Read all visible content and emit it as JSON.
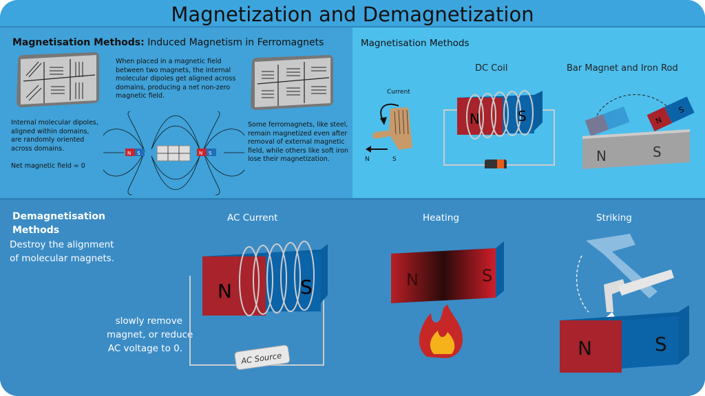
{
  "title": "Magnetization and Demagnetization",
  "induced": {
    "heading_bold": "Magnetisation Methods:",
    "heading_rest": "Induced Magnetism in Ferromagnets",
    "aligned_text": [
      "When placed in a magnetic field",
      "between two magnets, the internal",
      "molecular dipoles get aligned across",
      "domains, producing a net non-zero",
      "magnetic field."
    ],
    "random_text": [
      "Internal molecular dipoles,",
      "aligned within domains,",
      "are randomly oriented",
      "across domains."
    ],
    "net_field": "Net magnetic field = 0",
    "retain_text": [
      "Some ferromagnets, like steel,",
      "remain magnetized even after",
      "removal of external magnetic",
      "field, while others like soft iron",
      "lose their magnetization."
    ],
    "pole_n": "N",
    "pole_s": "S"
  },
  "magnetisation": {
    "heading": "Magnetisation Methods",
    "hand": {
      "current": "Current",
      "n": "N",
      "s": "S"
    },
    "dc_coil": {
      "title": "DC Coil",
      "n": "N",
      "s": "S"
    },
    "bar_magnet": {
      "title": "Bar Magnet and Iron Rod",
      "n": "N",
      "s": "S"
    }
  },
  "demagnetisation": {
    "heading": [
      "Demagnetisation",
      "Methods"
    ],
    "desc": [
      "Destroy the alignment",
      "of molecular magnets."
    ],
    "ac": {
      "title": "AC Current",
      "n": "N",
      "s": "S",
      "source": "AC Source",
      "note": [
        "slowly remove",
        "magnet, or reduce",
        "AC voltage to 0."
      ]
    },
    "heating": {
      "title": "Heating",
      "n": "N",
      "s": "S"
    },
    "striking": {
      "title": "Striking",
      "n": "N",
      "s": "S"
    }
  },
  "colors": {
    "north": "#a8232b",
    "south": "#0a63a8",
    "panel_top_left": "#40a2d9",
    "panel_top_right": "#4dbfed",
    "panel_bottom": "#3b8cc5"
  }
}
